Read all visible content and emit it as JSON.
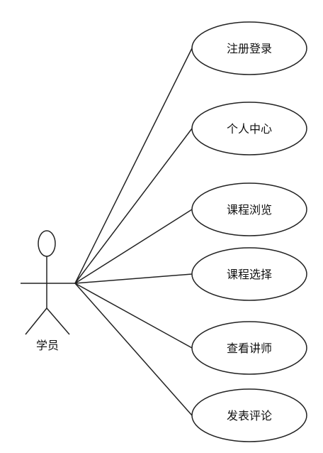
{
  "actor": {
    "label": "学员"
  },
  "use_cases": [
    {
      "label": "注册登录"
    },
    {
      "label": "个人中心"
    },
    {
      "label": "课程浏览"
    },
    {
      "label": "课程选择"
    },
    {
      "label": "查看讲师"
    },
    {
      "label": "发表评论"
    }
  ]
}
